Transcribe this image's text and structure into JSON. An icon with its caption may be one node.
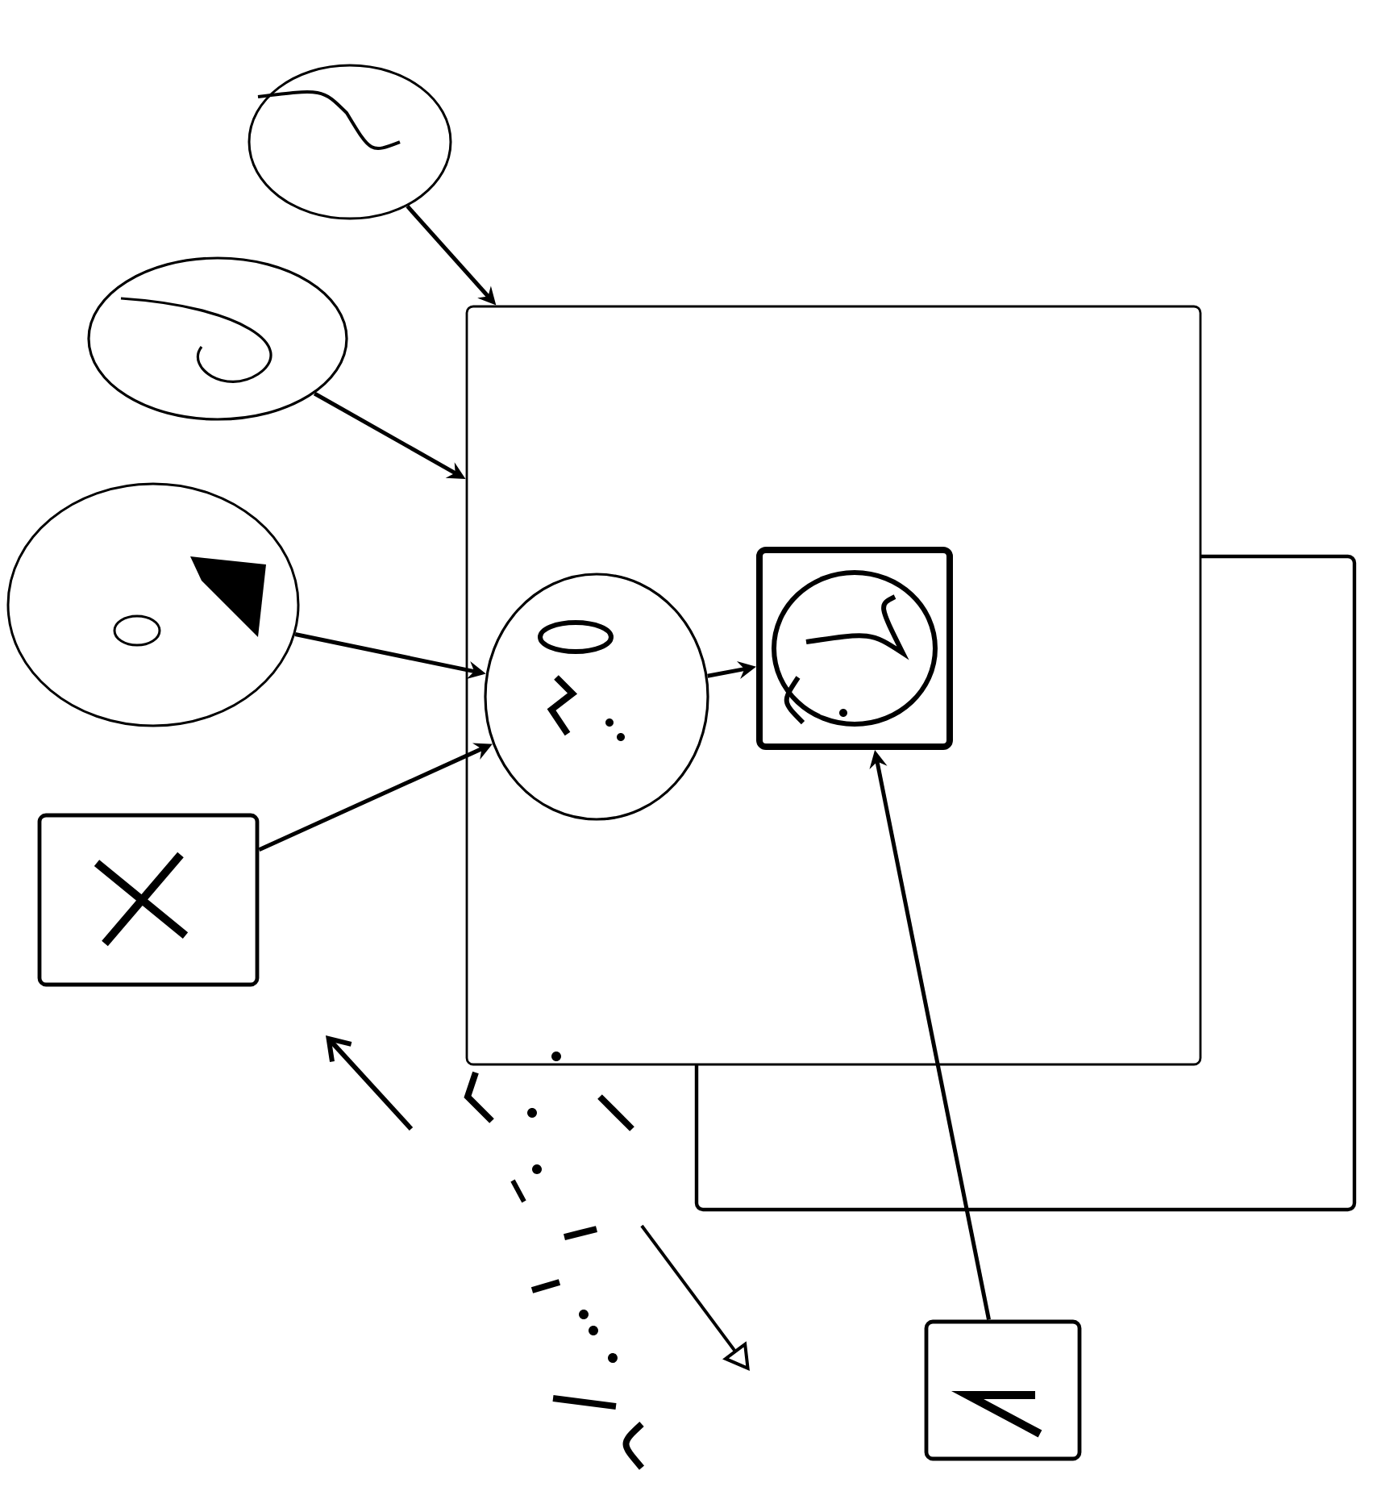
{
  "diagram": {
    "nodes": [
      {
        "text": [],
        "shape": "box"
      },
      {
        "text": [],
        "shape": "circle",
        "in": 0
      },
      {
        "text": [],
        "shape": "box",
        "in": 0
      },
      {
        "text": [],
        "shape": "circle"
      },
      {
        "text": [],
        "shape": "circle"
      },
      {
        "text": [],
        "shape": "circle"
      },
      {
        "text": [],
        "shape": "box"
      },
      {
        "text": [],
        "shape": "box"
      }
    ],
    "edges": [
      {
        "from": 3,
        "to": 0,
        "arrow": "to"
      },
      {
        "from": 4,
        "to": 0,
        "arrow": "to"
      },
      {
        "from": 5,
        "to": 1,
        "arrow": "to"
      },
      {
        "from": 6,
        "to": 1,
        "arrow": "to"
      },
      {
        "from": 1,
        "to": 2,
        "arrow": "to"
      },
      {
        "from": 7,
        "to": 2,
        "arrow": "to"
      }
    ]
  }
}
